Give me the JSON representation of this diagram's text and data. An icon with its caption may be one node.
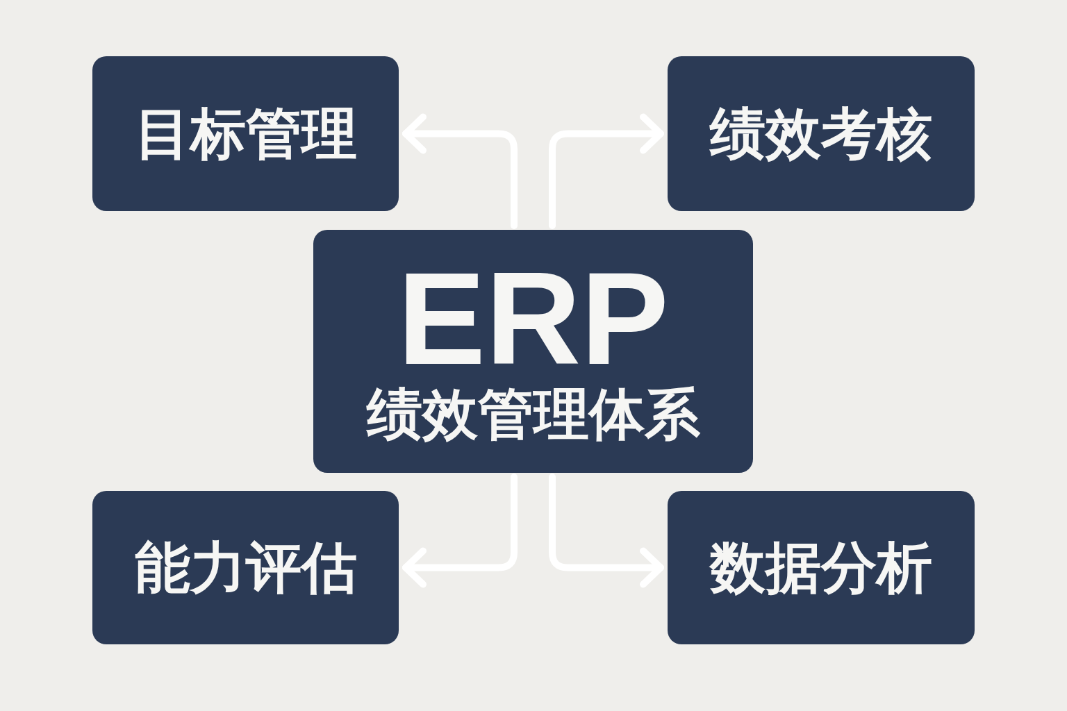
{
  "diagram": {
    "nodes": [
      {
        "text": [
          "目标管理"
        ]
      },
      {
        "text": [
          "绩效考核"
        ]
      },
      {
        "text": [
          "ERP",
          "绩效管理体系"
        ]
      },
      {
        "text": [
          "能力评估"
        ]
      },
      {
        "text": [
          "数据分析"
        ]
      }
    ],
    "edges": [
      {
        "from": 2,
        "to": 0,
        "arrow": "to"
      },
      {
        "from": 2,
        "to": 1,
        "arrow": "to"
      },
      {
        "from": 2,
        "to": 3,
        "arrow": "to"
      },
      {
        "from": 2,
        "to": 4,
        "arrow": "to"
      }
    ]
  }
}
